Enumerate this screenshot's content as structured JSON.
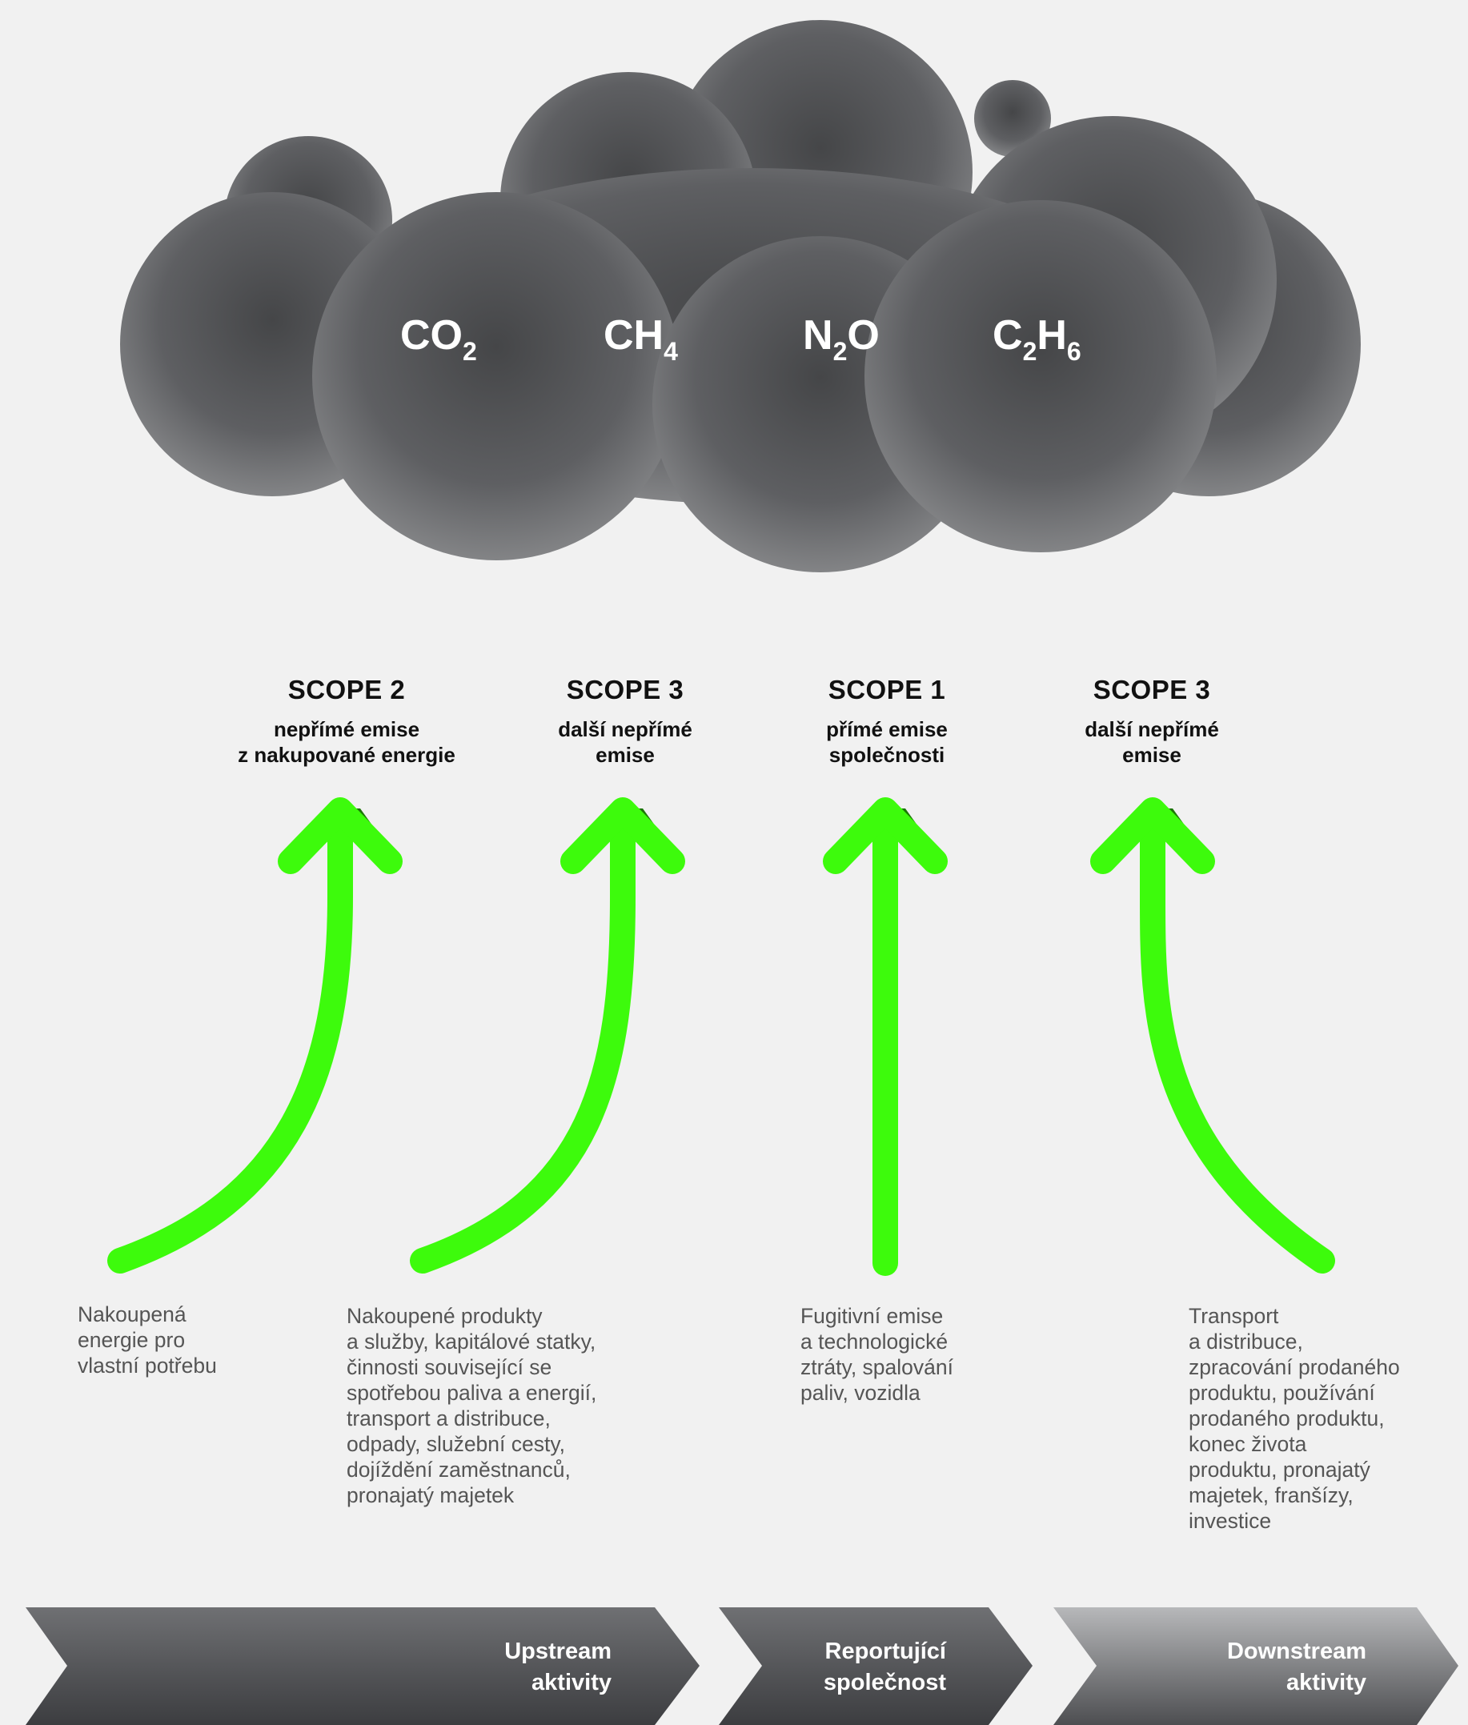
{
  "colors": {
    "background": "#f1f1f1",
    "cloud_dark": "#46474a",
    "cloud_light": "#8a8b8d",
    "arrow_green": "#3dfb0c",
    "arrow_shadow": "#1a6a05",
    "chevron_dark": "#4a4b4e",
    "chevron_light": "#b4b5b7"
  },
  "gases": [
    {
      "base": "CO",
      "sub": "2"
    },
    {
      "base": "CH",
      "sub": "4"
    },
    {
      "base": "N",
      "sub": "2",
      "tail": "O"
    },
    {
      "base": "C",
      "sub": "2",
      "base2": "H",
      "sub2": "6"
    }
  ],
  "scopes": [
    {
      "title": "SCOPE 2",
      "desc": "nepřímé emise\nz nakupované energie"
    },
    {
      "title": "SCOPE 3",
      "desc": "další nepřímé\nemise"
    },
    {
      "title": "SCOPE 1",
      "desc": "přímé emise\nspolečnosti"
    },
    {
      "title": "SCOPE 3",
      "desc": "další nepřímé\nemise"
    }
  ],
  "descriptions": [
    "Nakoupená\nenergie pro\nvlastní potřebu",
    "Nakoupené produkty\na služby, kapitálové statky,\nčinnosti související se\nspotřebou paliva a energií,\ntransport a distribuce,\nodpady, služební cesty,\ndojíždění zaměstnanců,\npronajatý majetek",
    "Fugitivní emise\na technologické\nztráty, spalování\npaliv, vozidla",
    "Transport\na distribuce,\nzpracování prodaného\nproduktu, používání\nprodaného produktu,\nkonec života\nproduktu, pronajatý\nmajetek, franšízy,\ninvestice"
  ],
  "chevrons": [
    {
      "label": "Upstream\naktivity"
    },
    {
      "label": "Reportující\nspolečnost"
    },
    {
      "label": "Downstream\naktivity"
    }
  ]
}
